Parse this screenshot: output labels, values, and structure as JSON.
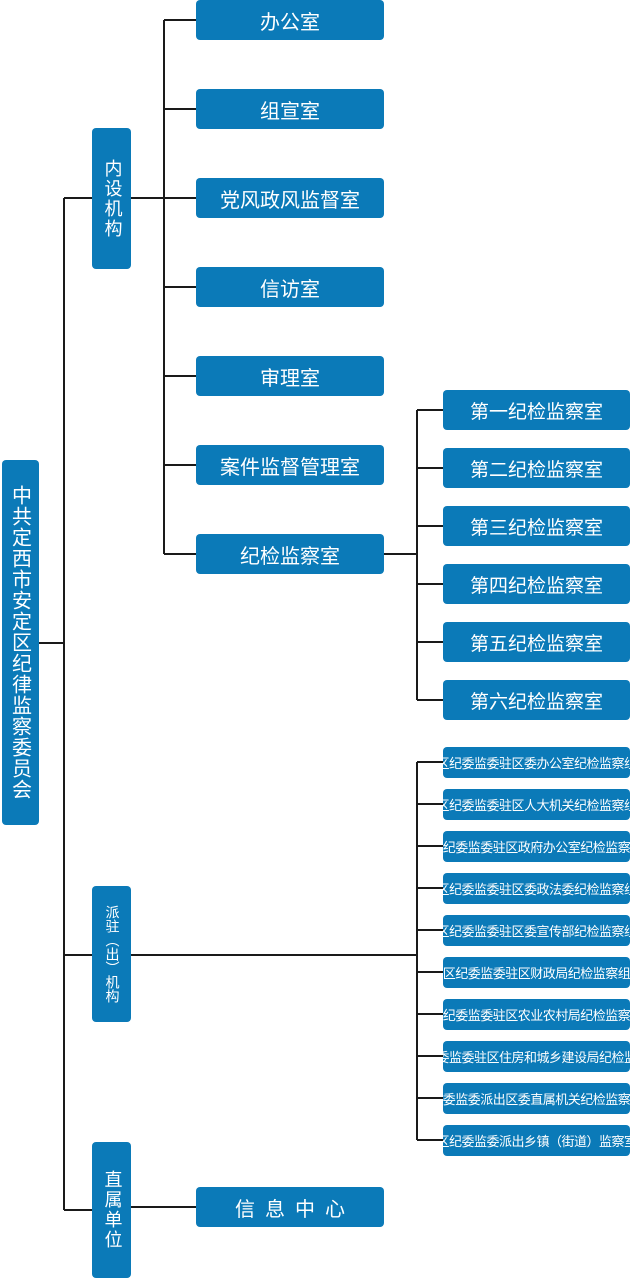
{
  "root": {
    "label": "中共定西市安定区纪律监察委员会"
  },
  "categories": [
    {
      "label": "内设机构"
    },
    {
      "label": "派驻（出）机构"
    },
    {
      "label": "直属单位"
    }
  ],
  "internal": [
    {
      "label": "办公室"
    },
    {
      "label": "组宣室"
    },
    {
      "label": "党风政风监督室"
    },
    {
      "label": "信访室"
    },
    {
      "label": "审理室"
    },
    {
      "label": "案件监督管理室"
    },
    {
      "label": "纪检监察室"
    }
  ],
  "inspection_rooms": [
    {
      "label": "第一纪检监察室"
    },
    {
      "label": "第二纪检监察室"
    },
    {
      "label": "第三纪检监察室"
    },
    {
      "label": "第四纪检监察室"
    },
    {
      "label": "第五纪检监察室"
    },
    {
      "label": "第六纪检监察室"
    }
  ],
  "dispatched": [
    {
      "label": "区纪委监委驻区委办公室纪检监察组"
    },
    {
      "label": "区纪委监委驻区人大机关纪检监察组"
    },
    {
      "label": "区纪委监委驻区政府办公室纪检监察组"
    },
    {
      "label": "区纪委监委驻区委政法委纪检监察组"
    },
    {
      "label": "区纪委监委驻区委宣传部纪检监察组"
    },
    {
      "label": "区纪委监委驻区财政局纪检监察组"
    },
    {
      "label": "区纪委监委驻区农业农村局纪检监察组"
    },
    {
      "label": "区纪委监委驻区住房和城乡建设局纪检监察组"
    },
    {
      "label": "区纪委监委派出区委直属机关纪检监察工委"
    },
    {
      "label": "区纪委监委派出乡镇（街道）监察室"
    }
  ],
  "affiliated": [
    {
      "label": "信息中心"
    }
  ],
  "colors": {
    "box": "#0b7ab8",
    "line": "#1a1a1a"
  }
}
